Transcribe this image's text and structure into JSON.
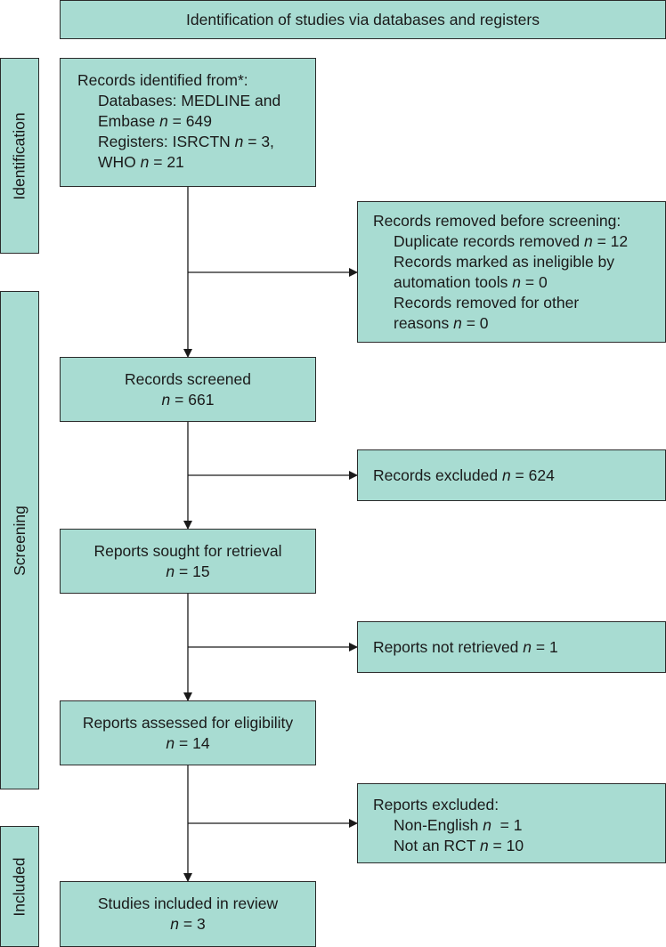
{
  "header": {
    "title": "Identification of studies via databases and registers"
  },
  "phases": {
    "identification": "Identification",
    "screening": "Screening",
    "included": "Included"
  },
  "boxes": {
    "identified": {
      "heading": "Records identified from*:",
      "line1": "Databases: MEDLINE and",
      "line2a": "Embase ",
      "line2n": "n",
      "line2b": " = 649",
      "line3a": "Registers: ISRCTN ",
      "line3n": "n",
      "line3b": " = 3,",
      "line4a": "WHO ",
      "line4n": "n",
      "line4b": " = 21"
    },
    "removed": {
      "heading": "Records removed before screening:",
      "line1a": "Duplicate records removed ",
      "line1n": "n",
      "line1b": " = 12",
      "line2": "Records marked as ineligible by",
      "line3a": "automation tools ",
      "line3n": "n",
      "line3b": " = 0",
      "line4": "Records removed for other",
      "line5a": "reasons ",
      "line5n": "n",
      "line5b": " = 0"
    },
    "screened": {
      "label": "Records screened",
      "n": "n",
      "value": " = 661"
    },
    "excluded": {
      "labela": "Records excluded ",
      "n": "n",
      "labelb": " = 624"
    },
    "sought": {
      "label": "Reports sought for retrieval",
      "n": "n",
      "value": " = 15"
    },
    "not_retrieved": {
      "labela": "Reports not retrieved ",
      "n": "n",
      "labelb": " = 1"
    },
    "assessed": {
      "label": "Reports assessed for eligibility",
      "n": "n",
      "value": " = 14"
    },
    "reports_excluded": {
      "heading": "Reports excluded:",
      "line1a": "Non-English ",
      "line1n": "n",
      "line1b": "  = 1",
      "line2a": "Not an RCT ",
      "line2n": "n",
      "line2b": " = 10"
    },
    "included": {
      "label": "Studies included in review",
      "n": "n",
      "value": " = 3"
    }
  }
}
